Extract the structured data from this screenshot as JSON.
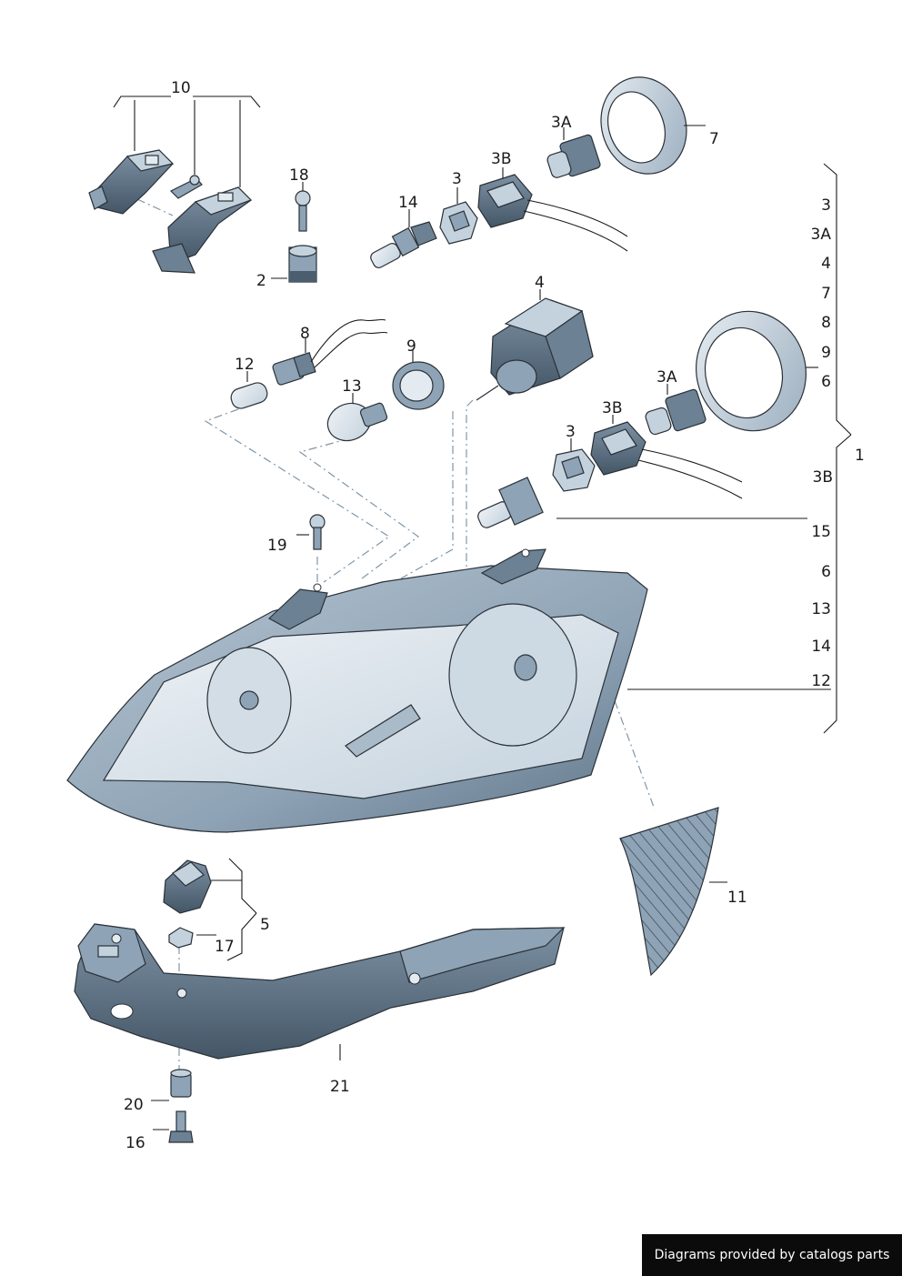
{
  "callouts": {
    "c10": "10",
    "c18": "18",
    "c2": "2",
    "c14a": "14",
    "c3a": "3",
    "c3B_a": "3B",
    "c3A_a": "3A",
    "c7": "7",
    "c12a": "12",
    "c8": "8",
    "c9": "9",
    "c13a": "13",
    "c4a": "4",
    "c3A_b": "3A",
    "c3B_b": "3B",
    "c3b": "3",
    "c19": "19",
    "c11": "11",
    "c5": "5",
    "c17": "17",
    "c21": "21",
    "c20": "20",
    "c16": "16"
  },
  "assembly_list": {
    "main": "1",
    "upper": [
      "3",
      "3A",
      "4",
      "7",
      "8",
      "9",
      "6"
    ],
    "lower": [
      "3B",
      "15",
      "6",
      "13",
      "14",
      "12"
    ]
  },
  "colors": {
    "part_dark": "#5a6e80",
    "part_mid": "#8ea3b5",
    "part_light": "#c4d2dd",
    "part_pale": "#e3eaf0",
    "dash_line": "#7f96a8"
  },
  "footer": {
    "text": "Diagrams provided by catalogs parts"
  }
}
